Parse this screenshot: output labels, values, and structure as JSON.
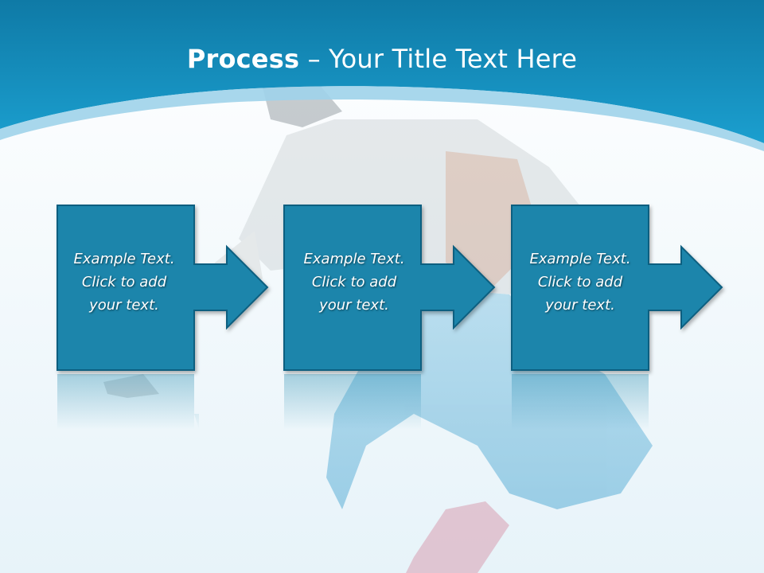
{
  "slide": {
    "title_strong": "Process",
    "title_rest": " – Your Title Text Here",
    "steps": [
      {
        "line1": "Example Text.",
        "line2": "Click  to add",
        "line3": "your text."
      },
      {
        "line1": "Example Text.",
        "line2": "Click  to add",
        "line3": "your text."
      },
      {
        "line1": "Example Text.",
        "line2": "Click  to add",
        "line3": "your text."
      }
    ]
  },
  "colors": {
    "header_blue": "#1589b5",
    "box_fill": "#1a85ab",
    "box_border": "#0d5f80",
    "background": "#f2f8fb"
  }
}
